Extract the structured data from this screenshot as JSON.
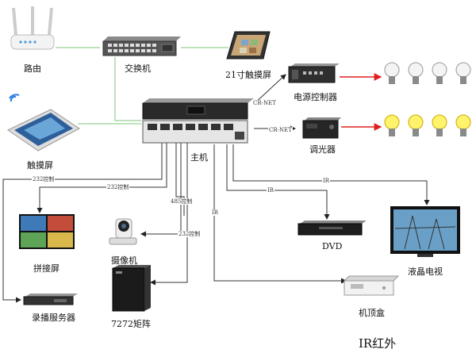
{
  "devices": {
    "router": "路由",
    "switch": "交换机",
    "touch21": "21寸触摸屏",
    "touch": "触摸屏",
    "power_ctrl": "电源控制器",
    "dimmer": "调光器",
    "host": "主机",
    "splice": "拼接屏",
    "camera": "摄像机",
    "recorder": "录播服务器",
    "matrix": "7272矩阵",
    "dvd": "DVD",
    "lcd_tv": "液晶电视",
    "stb": "机顶盒"
  },
  "links": {
    "cr_net_1": "CR-NET",
    "cr_net_2": "CR-NET",
    "ctrl232_a": "232控制",
    "ctrl232_b": "232控制",
    "ctrl232_c": "232控制",
    "ctrl485": "485控制",
    "ir_a": "IR",
    "ir_b": "IR",
    "ir_c": "IR"
  },
  "footer": "IR红外",
  "colors": {
    "network_line": "#7fc57a",
    "power_line": "#e02020",
    "control_line": "#333333"
  }
}
